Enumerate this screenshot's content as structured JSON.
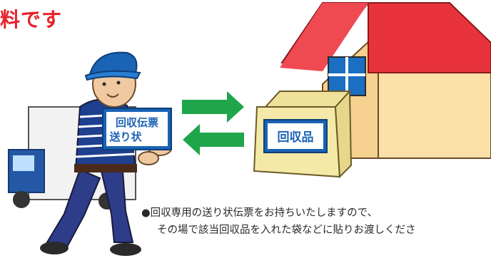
{
  "headline": {
    "text": "料です",
    "color": "#e8212b"
  },
  "courier_card": {
    "line1": "回収伝票",
    "line2": "送り状",
    "color": "#1a63b5"
  },
  "package_label": {
    "text": "回収品",
    "color": "#1a63b5"
  },
  "arrows": {
    "to_house_color": "#1fa64a",
    "to_courier_color": "#1fa64a"
  },
  "house": {
    "roof_color": "#e8333d",
    "wall_color": "#fbe0a8",
    "window_color": "#1a6fc2"
  },
  "caption": {
    "bullet": "●",
    "line1": "回収専用の送り状伝票をお持ちいたしますので、",
    "line2": "その場で該当回収品を入れた袋などに貼りお渡しくださ"
  }
}
